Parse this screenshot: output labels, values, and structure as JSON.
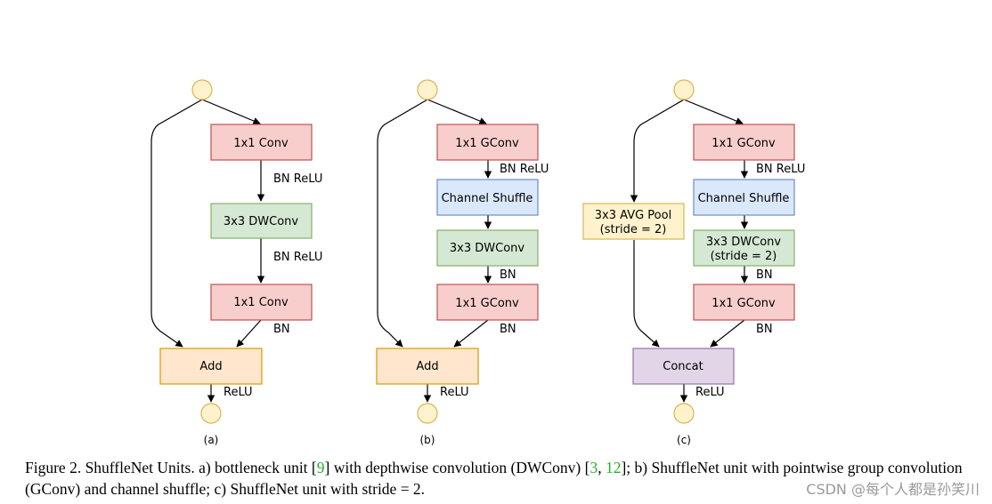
{
  "panels": [
    {
      "label": "(a)",
      "nodes": {
        "top": "1x1 Conv",
        "mid": "3x3 DWConv",
        "bottom": "1x1 Conv",
        "merge": "Add"
      },
      "edge_labels": {
        "after_top": "BN ReLU",
        "after_mid": "BN ReLU",
        "after_bottom": "BN",
        "after_merge": "ReLU"
      }
    },
    {
      "label": "(b)",
      "nodes": {
        "top": "1x1 GConv",
        "shuffle": "Channel Shuffle",
        "mid": "3x3 DWConv",
        "bottom": "1x1 GConv",
        "merge": "Add"
      },
      "edge_labels": {
        "after_top": "BN ReLU",
        "after_mid": "BN",
        "after_bottom": "BN",
        "after_merge": "ReLU"
      }
    },
    {
      "label": "(c)",
      "nodes": {
        "top": "1x1 GConv",
        "shuffle": "Channel Shuffle",
        "mid_line1": "3x3 DWConv",
        "mid_line2": "(stride = 2)",
        "bottom": "1x1 GConv",
        "pool_line1": "3x3 AVG Pool",
        "pool_line2": "(stride = 2)",
        "merge": "Concat"
      },
      "edge_labels": {
        "after_top": "BN ReLU",
        "after_mid": "BN",
        "after_bottom": "BN",
        "after_merge": "ReLU"
      }
    }
  ],
  "colors": {
    "conv_fill": "#f8cecc",
    "conv_stroke": "#b85450",
    "dw_fill": "#d5e8d4",
    "dw_stroke": "#82b366",
    "shuffle_fill": "#dae8fc",
    "shuffle_stroke": "#6c8ebf",
    "merge_fill": "#ffe6cc",
    "merge_stroke": "#d79b00",
    "pool_fill": "#fff2cc",
    "pool_stroke": "#d6b656",
    "concat_fill": "#e1d5e7",
    "concat_stroke": "#9673a6"
  },
  "caption": {
    "part1": "Figure 2. ShuffleNet Units. a) bottleneck unit [",
    "ref1": "9",
    "part2": "] with depthwise convolution (DWConv) [",
    "ref2": "3",
    "part3": ", ",
    "ref3": "12",
    "part4": "]; b) ShuffleNet unit with pointwise group convolution (GConv) and channel shuffle; c) ShuffleNet unit with stride = 2."
  },
  "watermark": "CSDN @每个人都是孙笑川"
}
